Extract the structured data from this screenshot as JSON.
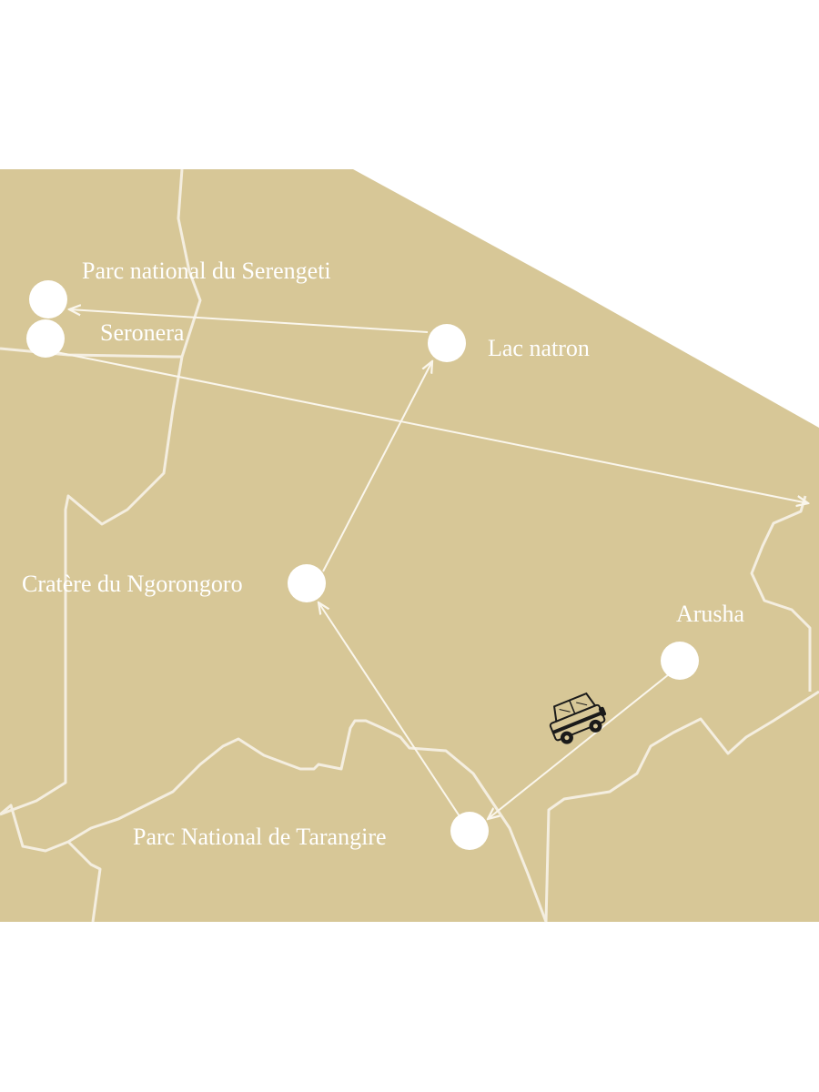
{
  "map": {
    "land_color": "#d7c797",
    "line_color": "#f4eee0",
    "stop_color": "#ffffff",
    "places": {
      "serengeti": "Parc national du Serengeti",
      "seronera": "Seronera",
      "natron": "Lac natron",
      "ngorongoro": "Cratère du Ngorongoro",
      "arusha": "Arusha",
      "tarangire": "Parc National de Tarangire"
    },
    "vehicle_icon": "safari-jeep-icon"
  }
}
